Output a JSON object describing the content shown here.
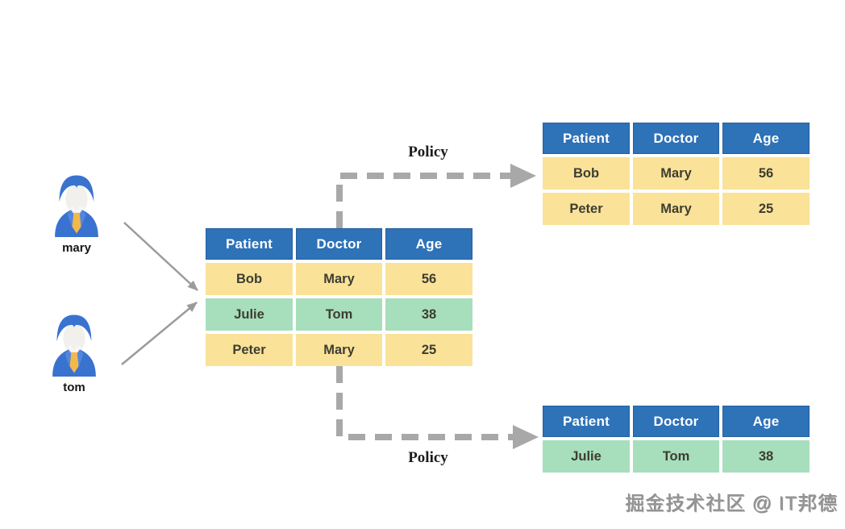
{
  "users": [
    {
      "label": "mary"
    },
    {
      "label": "tom"
    }
  ],
  "arrows": {
    "policy_top_label": "Policy",
    "policy_bottom_label": "Policy"
  },
  "tables": [
    {
      "name": "source-table",
      "headers": [
        "Patient",
        "Doctor",
        "Age"
      ],
      "rows": [
        {
          "tone": "yellow",
          "cells": [
            "Bob",
            "Mary",
            "56"
          ]
        },
        {
          "tone": "green",
          "cells": [
            "Julie",
            "Tom",
            "38"
          ]
        },
        {
          "tone": "yellow",
          "cells": [
            "Peter",
            "Mary",
            "25"
          ]
        }
      ]
    },
    {
      "name": "mary-policy-view-table",
      "headers": [
        "Patient",
        "Doctor",
        "Age"
      ],
      "rows": [
        {
          "tone": "yellow",
          "cells": [
            "Bob",
            "Mary",
            "56"
          ]
        },
        {
          "tone": "yellow",
          "cells": [
            "Peter",
            "Mary",
            "25"
          ]
        }
      ]
    },
    {
      "name": "tom-policy-view-table",
      "headers": [
        "Patient",
        "Doctor",
        "Age"
      ],
      "rows": [
        {
          "tone": "green",
          "cells": [
            "Julie",
            "Tom",
            "38"
          ]
        }
      ]
    }
  ],
  "watermark": "掘金技术社区 @ IT邦德",
  "colors": {
    "table_header_blue": "#2e72b8",
    "row_yellow": "#fae298",
    "row_green": "#a7debc",
    "policy_arrow_gray": "#a8a8a8",
    "user_arrow_gray": "#9b9b9b",
    "avatar_blue": "#3a72d0",
    "tie_yellow": "#f2b94a"
  }
}
